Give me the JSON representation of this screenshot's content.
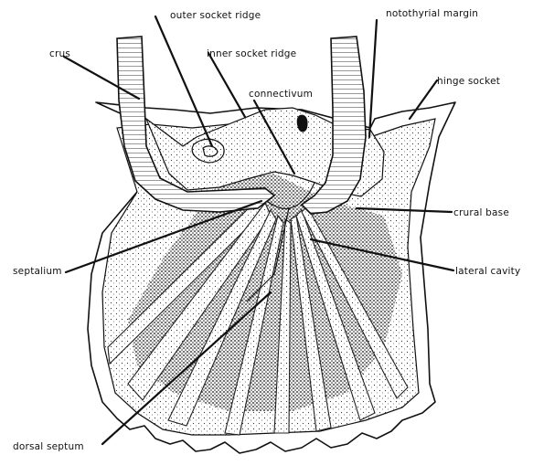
{
  "labels": {
    "outer_socket_ridge": "outer socket ridge",
    "notothyrial_margin": "notothyrial margin",
    "crus": "crus",
    "inner_socket_ridge": "inner socket ridge",
    "hinge_socket": "hinge socket",
    "connectivum": "connectivum",
    "crural_base": "crural base",
    "septalium": "septalium",
    "lateral_cavity": "lateral cavity",
    "dorsal_septum": "dorsal septum"
  },
  "colors": {
    "ink": "#111111",
    "paper": "#ffffff"
  }
}
